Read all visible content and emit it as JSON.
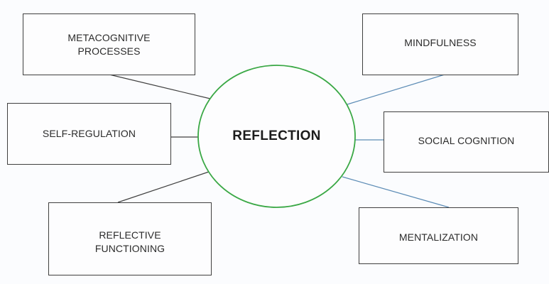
{
  "diagram": {
    "center": {
      "label": "REFLECTION",
      "border_color": "#3aa845"
    },
    "nodes": [
      {
        "id": "metacognitive-processes",
        "lines": [
          "METACOGNITIVE",
          "PROCESSES"
        ],
        "link_color": "#404040"
      },
      {
        "id": "self-regulation",
        "lines": [
          "SELF-REGULATION"
        ],
        "link_color": "#404040"
      },
      {
        "id": "reflective-functioning",
        "lines": [
          "REFLECTIVE",
          "FUNCTIONING"
        ],
        "link_color": "#404040"
      },
      {
        "id": "mindfulness",
        "lines": [
          "MINDFULNESS"
        ],
        "link_color": "#5b8bb5"
      },
      {
        "id": "social-cognition",
        "lines": [
          "SOCIAL COGNITION"
        ],
        "link_color": "#5b8bb5"
      },
      {
        "id": "mentalization",
        "lines": [
          "MENTALIZATION"
        ],
        "link_color": "#5b8bb5"
      }
    ]
  }
}
